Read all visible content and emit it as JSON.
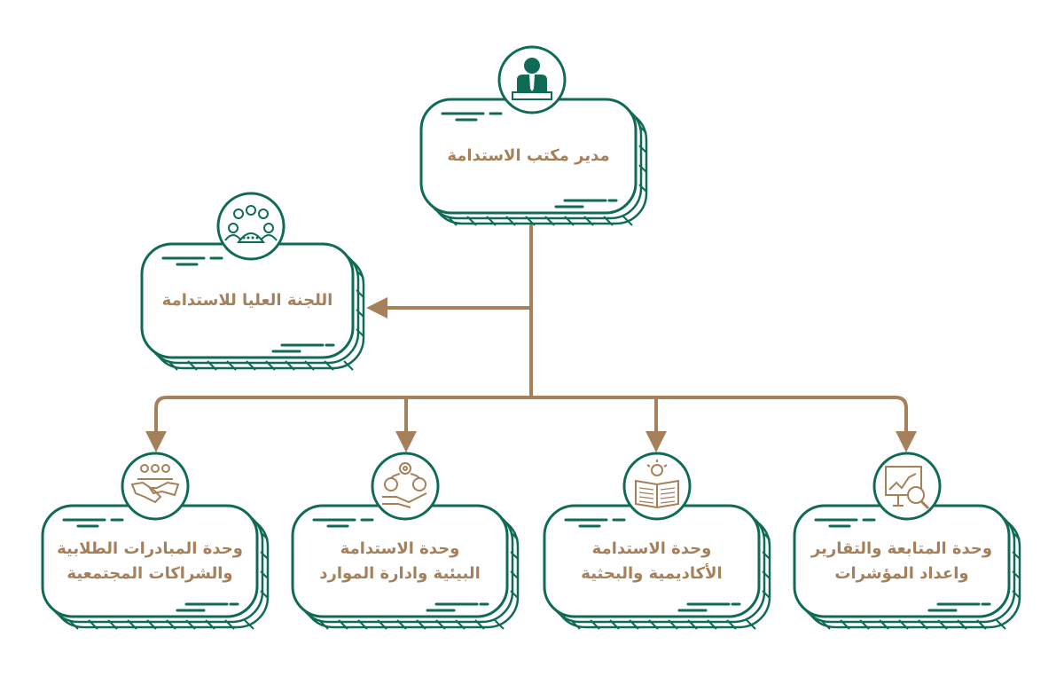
{
  "colors": {
    "accent_green": "#0f6b55",
    "connector_brown": "#a5805a",
    "label_brown": "#a5805a",
    "background": "#ffffff"
  },
  "nodes": {
    "director": {
      "lines": [
        "مدير مكتب الاستدامة"
      ],
      "icon": "director-icon"
    },
    "committee": {
      "lines": [
        "اللجنة العليا للاستدامة"
      ],
      "icon": "committee-icon"
    },
    "unit_initiatives": {
      "lines": [
        "وحدة المبادرات الطلابية",
        "والشراكات المجتمعية"
      ],
      "icon": "handshake-icon"
    },
    "unit_environment": {
      "lines": [
        "وحدة الاستدامة",
        "البيئية وادارة الموارد"
      ],
      "icon": "resources-hand-icon"
    },
    "unit_academic": {
      "lines": [
        "وحدة الاستدامة",
        "الأكاديمية والبحثية"
      ],
      "icon": "book-lightbulb-icon"
    },
    "unit_monitoring": {
      "lines": [
        "وحدة المتابعة والتقارير",
        "واعداد المؤشرات"
      ],
      "icon": "chart-magnifier-icon"
    }
  }
}
